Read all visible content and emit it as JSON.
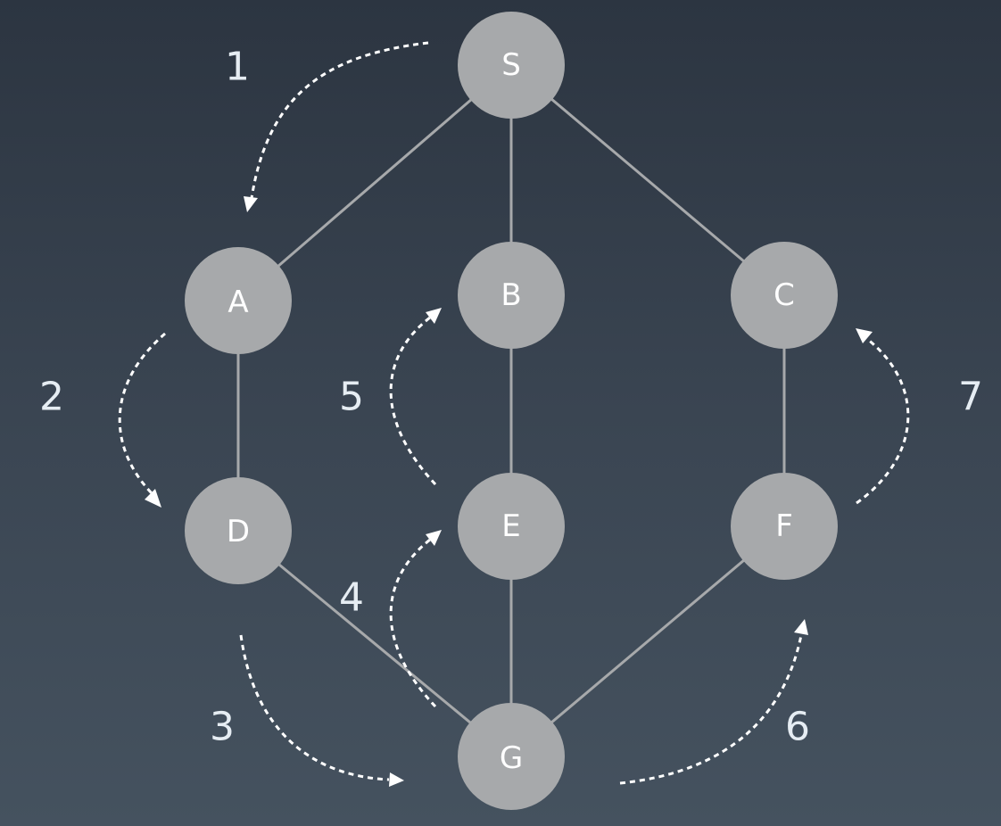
{
  "graph": {
    "nodes": {
      "S": "S",
      "A": "A",
      "B": "B",
      "C": "C",
      "D": "D",
      "E": "E",
      "F": "F",
      "G": "G"
    },
    "edges": [
      [
        "S",
        "A"
      ],
      [
        "S",
        "B"
      ],
      [
        "S",
        "C"
      ],
      [
        "A",
        "D"
      ],
      [
        "B",
        "E"
      ],
      [
        "C",
        "F"
      ],
      [
        "D",
        "G"
      ],
      [
        "E",
        "G"
      ],
      [
        "F",
        "G"
      ]
    ]
  },
  "traversal": {
    "steps": [
      {
        "label": "1",
        "from": "S",
        "to": "A"
      },
      {
        "label": "2",
        "from": "A",
        "to": "D"
      },
      {
        "label": "3",
        "from": "D",
        "to": "G"
      },
      {
        "label": "4",
        "from": "G",
        "to": "E"
      },
      {
        "label": "5",
        "from": "E",
        "to": "B"
      },
      {
        "label": "6",
        "from": "G",
        "to": "F"
      },
      {
        "label": "7",
        "from": "F",
        "to": "C"
      }
    ]
  },
  "colors": {
    "node_fill": "#a7a9ab",
    "edge": "#a7a9ab",
    "arrow": "#ffffff",
    "step_label": "#e6edf3"
  }
}
